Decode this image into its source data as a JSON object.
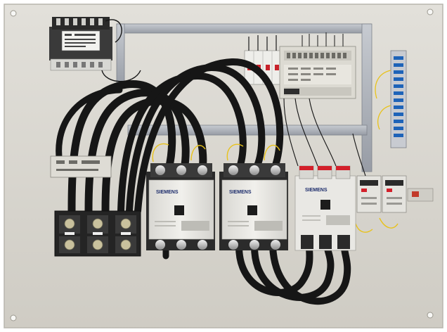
{
  "contactors": {
    "brand_1": "SIEMENS",
    "brand_2": "SIEMENS",
    "brand_3": "SIEMENS"
  },
  "colors": {
    "panel": "#d8d6cf",
    "cable": "#161616",
    "contactor_body": "#e7e6e1",
    "contactor_base": "#2b2b2b",
    "rail": "#a9aeb6",
    "wire_yellow": "#e8c21a",
    "brand_blue": "#1d3c8c"
  },
  "icons": [
    "transformer",
    "circuit-breakers",
    "plc-controller",
    "terminal-strip",
    "current-transformer",
    "terminal-block",
    "power-contactor",
    "auxiliary-relay"
  ]
}
